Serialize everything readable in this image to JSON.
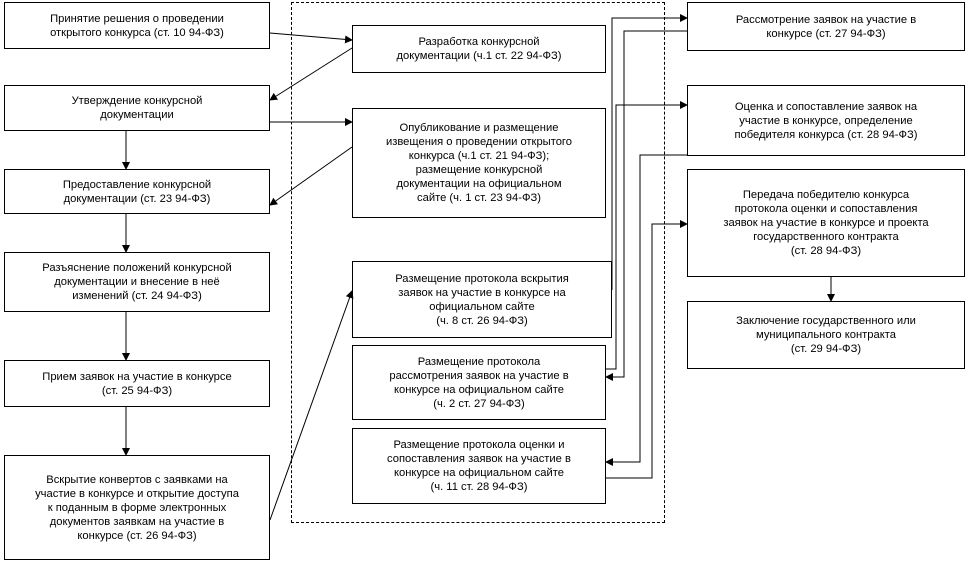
{
  "left_column": [
    {
      "id": "b1",
      "text": "Принятие решения о проведении\nоткрытого конкурса (ст. 10 94-ФЗ)"
    },
    {
      "id": "b2",
      "text": "Утверждение конкурсной\nдокументации"
    },
    {
      "id": "b3",
      "text": "Предоставление конкурсной\nдокументации (ст. 23 94-ФЗ)"
    },
    {
      "id": "b4",
      "text": "Разъяснение положений конкурсной\nдокументации и внесение в неё\nизменений (ст. 24 94-ФЗ)"
    },
    {
      "id": "b5",
      "text": "Прием заявок на участие в конкурсе\n(ст. 25 94-ФЗ)"
    },
    {
      "id": "b6",
      "text": "Вскрытие конвертов с заявками на\nучастие в конкурсе и открытие доступа\nк поданным в форме электронных\nдокументов заявкам на участие в\nконкурсе (ст. 26 94-ФЗ)"
    }
  ],
  "middle_column": [
    {
      "id": "m1",
      "text": "Разработка конкурсной\nдокументации (ч.1 ст. 22 94-ФЗ)"
    },
    {
      "id": "m2",
      "text": "Опубликование и размещение\nизвещения о проведении открытого\nконкурса (ч.1 ст. 21 94-ФЗ);\nразмещение конкурсной\nдокументации на официальном\nсайте (ч. 1 ст. 23 94-ФЗ)"
    },
    {
      "id": "m3",
      "text": "Размещение протокола вскрытия\nзаявок на участие в конкурсе на\nофициальном сайте\n(ч. 8 ст. 26 94-ФЗ)"
    },
    {
      "id": "m4",
      "text": "Размещение протокола\nрассмотрения заявок на участие в\nконкурсе на официальном сайте\n(ч. 2 ст. 27 94-ФЗ)"
    },
    {
      "id": "m5",
      "text": "Размещение протокола оценки и\nсопоставления заявок на участие в\nконкурсе на официальном сайте\n(ч. 11 ст. 28 94-ФЗ)"
    }
  ],
  "right_column": [
    {
      "id": "r1",
      "text": "Рассмотрение заявок на участие в\nконкурсе (ст. 27 94-ФЗ)"
    },
    {
      "id": "r2",
      "text": "Оценка и сопоставление заявок на\nучастие в конкурсе, определение\nпобедителя конкурса (ст. 28 94-ФЗ)"
    },
    {
      "id": "r3",
      "text": "Передача победителю конкурса\nпротокола оценки и сопоставления\nзаявок на участие в конкурсе и проекта\nгосударственного контракта\n(ст. 28 94-ФЗ)"
    },
    {
      "id": "r4",
      "text": "Заключение государственного или\nмуниципального контракта\n(ст. 29 94-ФЗ)"
    }
  ]
}
